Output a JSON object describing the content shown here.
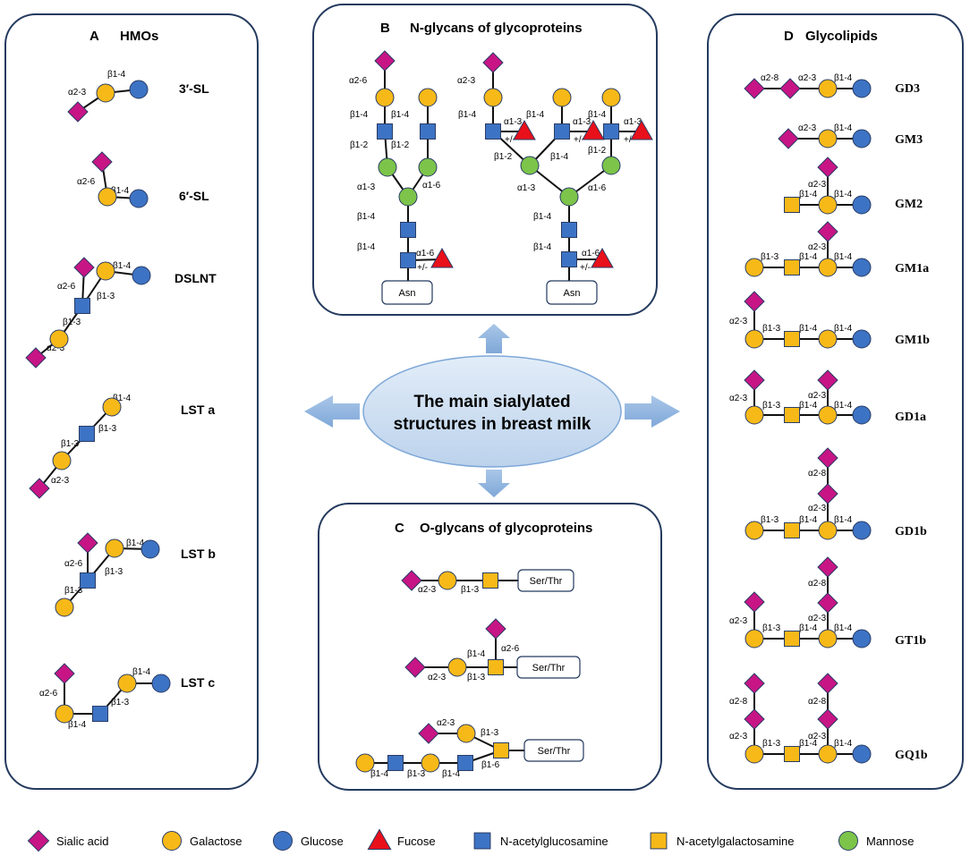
{
  "center_text": [
    "The main sialylated",
    "structures in breast milk"
  ],
  "panels": {
    "A": {
      "letter": "A",
      "title": "HMOs"
    },
    "B": {
      "letter": "B",
      "title": "N-glycans of glycoproteins"
    },
    "C": {
      "letter": "C",
      "title": "O-glycans of glycoproteins"
    },
    "D": {
      "letter": "D",
      "title": "Glycolipids"
    }
  },
  "hmo_names": [
    "3′-SL",
    "6′-SL",
    "DSLNT",
    "LST a",
    "LST b",
    "LST c"
  ],
  "glycolipid_names": [
    "GD3",
    "GM3",
    "GM2",
    "GM1a",
    "GM1b",
    "GD1a",
    "GD1b",
    "GT1b",
    "GQ1b"
  ],
  "anchor_labels": {
    "asn": "Asn",
    "serthr": "Ser/Thr",
    "fuc": "+/-"
  },
  "legend": [
    {
      "label": "Sialic acid",
      "icon": "diamond",
      "color": "#c71585"
    },
    {
      "label": "Galactose",
      "icon": "circle",
      "color": "#f7b918"
    },
    {
      "label": "Glucose",
      "icon": "circle",
      "color": "#3d73c4"
    },
    {
      "label": "Fucose",
      "icon": "triangle",
      "color": "#e8101a"
    },
    {
      "label": "N-acetylglucosamine",
      "icon": "square",
      "color": "#3d73c4"
    },
    {
      "label": "N-acetylgalactosamine",
      "icon": "square",
      "color": "#f7b918"
    },
    {
      "label": "Mannose",
      "icon": "circle",
      "color": "#7cc44a"
    }
  ],
  "linkages": {
    "a23": "α2-3",
    "a26": "α2-6",
    "a28": "α2-8",
    "a13": "α1-3",
    "a16": "α1-6",
    "b14": "β1-4",
    "b13": "β1-3",
    "b12": "β1-2",
    "b16": "β1-6"
  }
}
